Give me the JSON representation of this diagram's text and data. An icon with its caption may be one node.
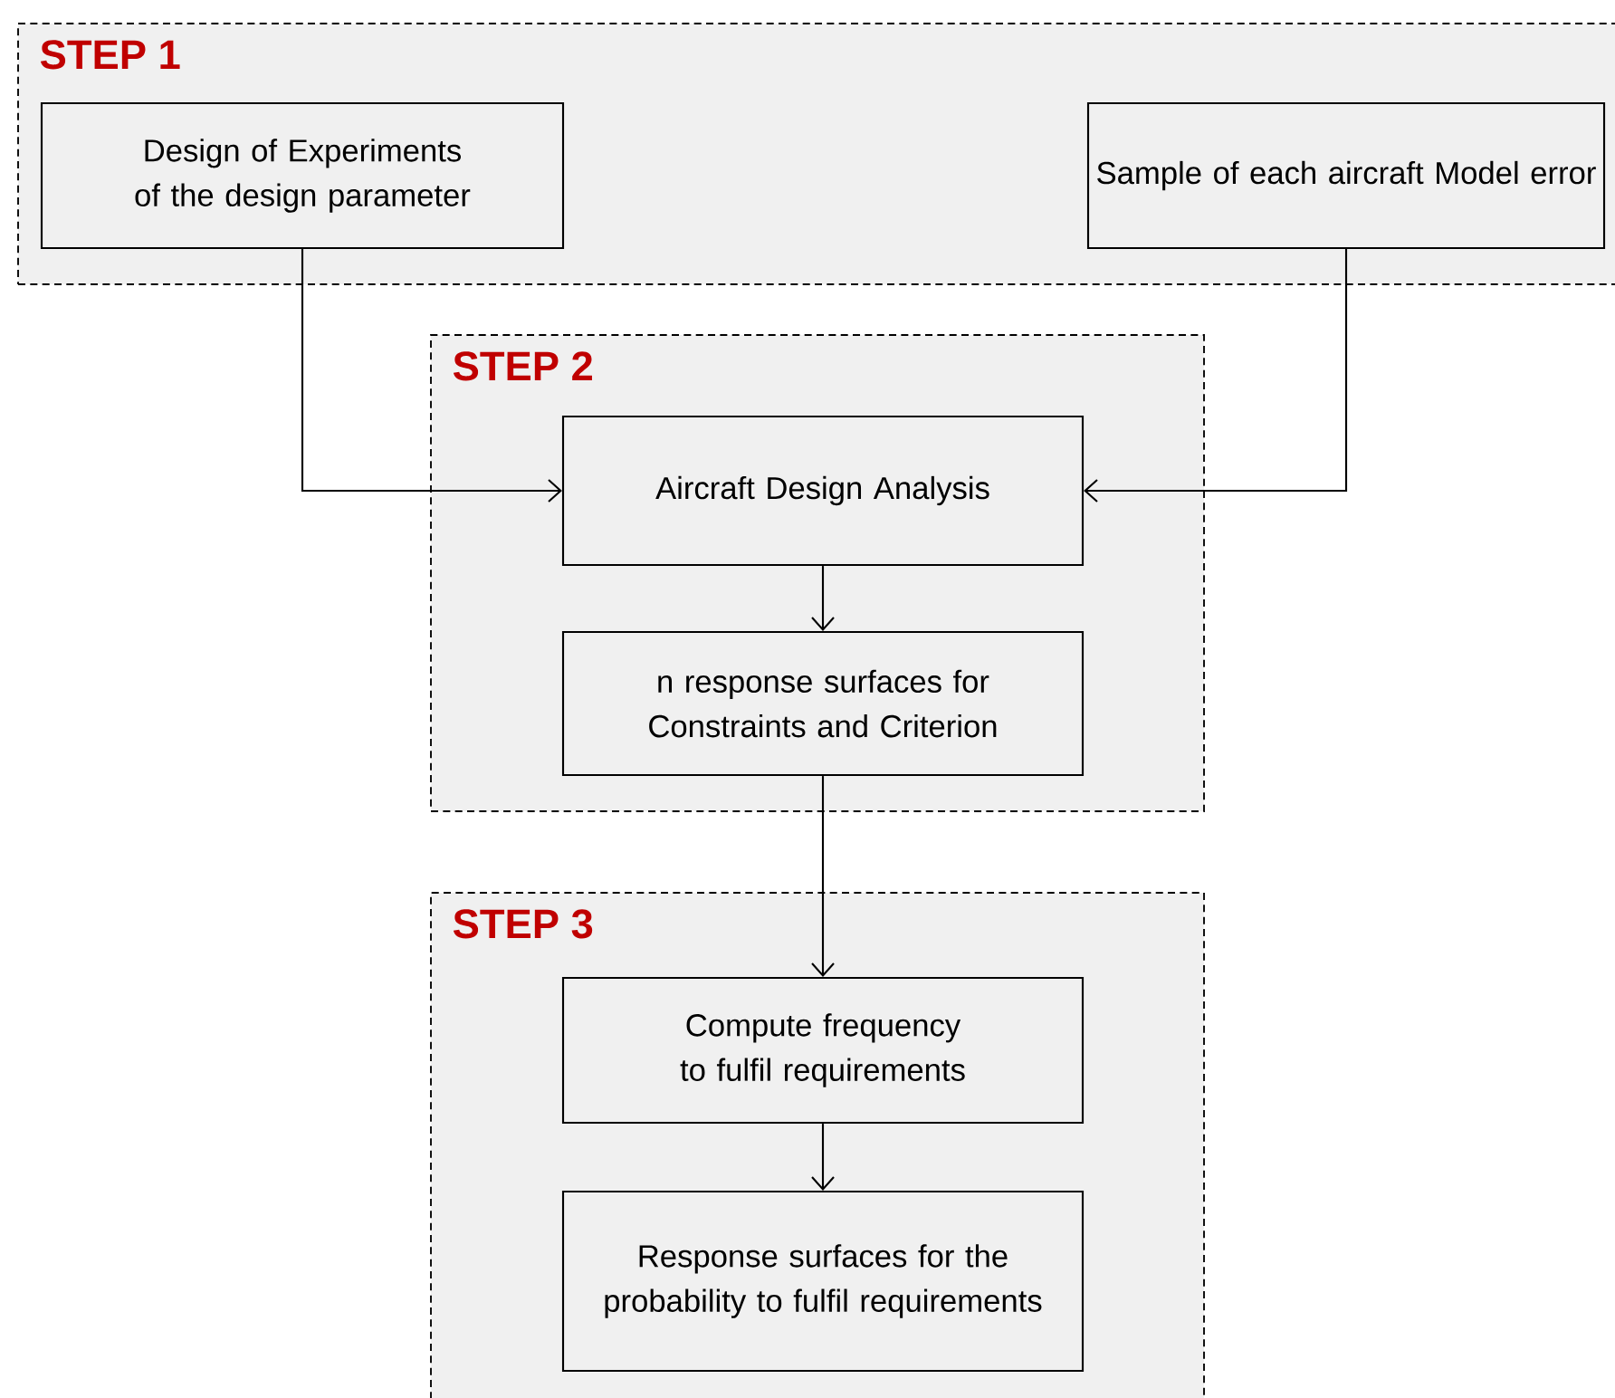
{
  "diagram": {
    "nodes": [
      {
        "text": [
          "STEP 1"
        ]
      },
      {
        "text": [
          "Design of Experiments of the design parameter"
        ],
        "in": 0
      },
      {
        "text": [
          "Sample of each aircraft Model error"
        ],
        "in": 0
      },
      {
        "text": [
          "STEP 2"
        ]
      },
      {
        "text": [
          "Aircraft Design Analysis"
        ],
        "in": 3
      },
      {
        "text": [
          "n response surfaces for Constraints and Criterion"
        ],
        "in": 3
      },
      {
        "text": [
          "STEP 3"
        ]
      },
      {
        "text": [
          "Compute frequency to fulfil requirements"
        ],
        "in": 6
      },
      {
        "text": [
          "Response surfaces for the probability to fulfil requirements"
        ],
        "in": 6
      }
    ],
    "edges": [
      {
        "from": 1,
        "to": 4,
        "arrow": "to"
      },
      {
        "from": 2,
        "to": 4,
        "arrow": "to"
      },
      {
        "from": 4,
        "to": 5,
        "arrow": "to"
      },
      {
        "from": 5,
        "to": 7,
        "arrow": "to"
      },
      {
        "from": 7,
        "to": 8,
        "arrow": "to"
      }
    ]
  }
}
